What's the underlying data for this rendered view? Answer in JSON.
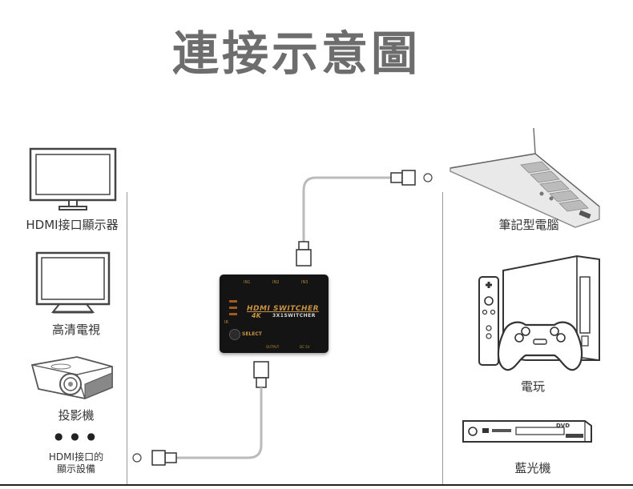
{
  "title": "連接示意圖",
  "left_devices": {
    "monitor": "HDMI接口顯示器",
    "tv": "高清電視",
    "projector": "投影機",
    "dots": "● ● ●",
    "other_line1": "HDMI接口的",
    "other_line2": "顯示設備"
  },
  "right_devices": {
    "laptop": "筆記型電腦",
    "game": "電玩",
    "dvd": "藍光機"
  },
  "switcher": {
    "brand": "HDMI SWITCHER",
    "resolution": "4K",
    "model": "3X1SWITCHER",
    "select": "SELECT",
    "in1": "IN1",
    "in2": "IN2",
    "in3": "IN3",
    "output": "OUTPUT",
    "dc": "DC 5V",
    "ir": "IR",
    "dvd_logo": "DVD"
  }
}
